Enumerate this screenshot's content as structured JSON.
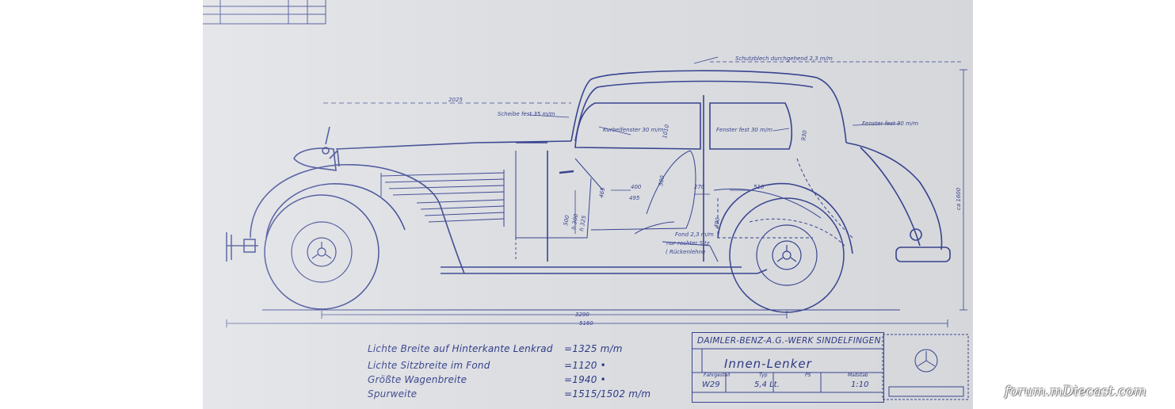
{
  "annotations": {
    "width_2025": "2025",
    "schutzblech": "Schutzblech durchgehend 2,3 m/m",
    "scheibe": "Scheibe fest 35 m/m",
    "kurbelfenster": "Kurbelfenster 30 m/m",
    "fenster_fest_mid": "Fenster fest 30 m/m",
    "fenster_fest_rear": "Fenster fest 30 m/m",
    "dim_1010": "1010",
    "dim_930": "930",
    "dim_400": "400",
    "dim_495": "495",
    "dim_465": "465",
    "dim_580": "580",
    "dim_270": "270",
    "dim_510": "510",
    "dim_490": "490",
    "dim_500": "500",
    "dim_300": "h 300",
    "dim_325": "h 325",
    "fond": "Fond 2,3 m/m",
    "nur_rechter": "nur rechter Sitz",
    "rueckenlehne": "( Rückenlehne",
    "height_1600": "ca 1600",
    "wheelbase": "3290",
    "length": "5160"
  },
  "specs": [
    {
      "label": "Lichte Breite auf Hinterkante Lenkrad",
      "value": "=1325 m/m"
    },
    {
      "label": "Lichte Sitzbreite im Fond",
      "value": "=1120  •"
    },
    {
      "label": "Größte Wagenbreite",
      "value": "=1940  •"
    },
    {
      "label": "Spurweite",
      "value": "=1515/1502 m/m"
    }
  ],
  "title_block": {
    "company": "DAIMLER-BENZ-A.G.-WERK SINDELFINGEN",
    "name": "Innen-Lenker",
    "fahrgestell_label": "Fahrgestell",
    "typ_label": "Typ",
    "ps_label": "PS",
    "massstab_label": "Maßstab",
    "fahrgestell": "W29",
    "typ": "5,4 Lt.",
    "massstab": "1:10"
  },
  "watermark": "forum.mDiecast.com",
  "colors": {
    "ink": "#3a4590",
    "paper": "#dcdee2"
  }
}
